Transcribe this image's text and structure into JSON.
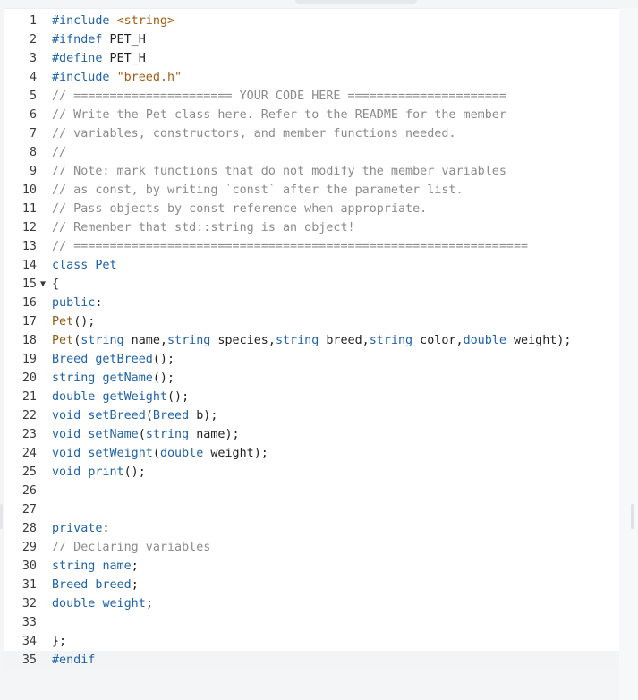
{
  "editor": {
    "lines": [
      {
        "n": "1",
        "fold": "",
        "tokens": [
          {
            "c": "pre",
            "t": "#include "
          },
          {
            "c": "str",
            "t": "<string>"
          }
        ]
      },
      {
        "n": "2",
        "fold": "",
        "tokens": [
          {
            "c": "pre",
            "t": "#ifndef "
          },
          {
            "c": "plain",
            "t": "PET_H"
          }
        ]
      },
      {
        "n": "3",
        "fold": "",
        "tokens": [
          {
            "c": "pre",
            "t": "#define "
          },
          {
            "c": "plain",
            "t": "PET_H"
          }
        ]
      },
      {
        "n": "4",
        "fold": "",
        "tokens": [
          {
            "c": "pre",
            "t": "#include "
          },
          {
            "c": "str",
            "t": "\"breed.h\""
          }
        ]
      },
      {
        "n": "5",
        "fold": "",
        "tokens": [
          {
            "c": "comment",
            "t": "// ====================== YOUR CODE HERE ======================"
          }
        ]
      },
      {
        "n": "6",
        "fold": "",
        "tokens": [
          {
            "c": "comment",
            "t": "// Write the Pet class here. Refer to the README for the member"
          }
        ]
      },
      {
        "n": "7",
        "fold": "",
        "tokens": [
          {
            "c": "comment",
            "t": "// variables, constructors, and member functions needed."
          }
        ]
      },
      {
        "n": "8",
        "fold": "",
        "tokens": [
          {
            "c": "comment",
            "t": "//"
          }
        ]
      },
      {
        "n": "9",
        "fold": "",
        "tokens": [
          {
            "c": "comment",
            "t": "// Note: mark functions that do not modify the member variables"
          }
        ]
      },
      {
        "n": "10",
        "fold": "",
        "tokens": [
          {
            "c": "comment",
            "t": "// as const, by writing `const` after the parameter list."
          }
        ]
      },
      {
        "n": "11",
        "fold": "",
        "tokens": [
          {
            "c": "comment",
            "t": "// Pass objects by const reference when appropriate."
          }
        ]
      },
      {
        "n": "12",
        "fold": "",
        "tokens": [
          {
            "c": "comment",
            "t": "// Remember that std::string is an object!"
          }
        ]
      },
      {
        "n": "13",
        "fold": "",
        "tokens": [
          {
            "c": "comment",
            "t": "// ==============================================================="
          }
        ]
      },
      {
        "n": "14",
        "fold": "",
        "tokens": [
          {
            "c": "kw",
            "t": "class "
          },
          {
            "c": "type",
            "t": "Pet"
          }
        ]
      },
      {
        "n": "15",
        "fold": "▼",
        "tokens": [
          {
            "c": "plain",
            "t": "{"
          }
        ]
      },
      {
        "n": "16",
        "fold": "",
        "tokens": [
          {
            "c": "kw",
            "t": "public"
          },
          {
            "c": "plain",
            "t": ":"
          }
        ]
      },
      {
        "n": "17",
        "fold": "",
        "tokens": [
          {
            "c": "fn",
            "t": "Pet"
          },
          {
            "c": "plain",
            "t": "();"
          }
        ]
      },
      {
        "n": "18",
        "fold": "",
        "tokens": [
          {
            "c": "fn",
            "t": "Pet"
          },
          {
            "c": "plain",
            "t": "("
          },
          {
            "c": "type",
            "t": "string"
          },
          {
            "c": "plain",
            "t": " name,"
          },
          {
            "c": "type",
            "t": "string"
          },
          {
            "c": "plain",
            "t": " species,"
          },
          {
            "c": "type",
            "t": "string"
          },
          {
            "c": "plain",
            "t": " breed,"
          },
          {
            "c": "type",
            "t": "string"
          },
          {
            "c": "plain",
            "t": " color,"
          },
          {
            "c": "type",
            "t": "double"
          },
          {
            "c": "plain",
            "t": " weight);"
          }
        ]
      },
      {
        "n": "19",
        "fold": "",
        "tokens": [
          {
            "c": "type",
            "t": "Breed "
          },
          {
            "c": "kw",
            "t": "getBreed"
          },
          {
            "c": "plain",
            "t": "();"
          }
        ]
      },
      {
        "n": "20",
        "fold": "",
        "tokens": [
          {
            "c": "type",
            "t": "string "
          },
          {
            "c": "kw",
            "t": "getName"
          },
          {
            "c": "plain",
            "t": "();"
          }
        ]
      },
      {
        "n": "21",
        "fold": "",
        "tokens": [
          {
            "c": "type",
            "t": "double "
          },
          {
            "c": "kw",
            "t": "getWeight"
          },
          {
            "c": "plain",
            "t": "();"
          }
        ]
      },
      {
        "n": "22",
        "fold": "",
        "tokens": [
          {
            "c": "type",
            "t": "void "
          },
          {
            "c": "kw",
            "t": "setBreed"
          },
          {
            "c": "plain",
            "t": "("
          },
          {
            "c": "type",
            "t": "Breed"
          },
          {
            "c": "plain",
            "t": " b);"
          }
        ]
      },
      {
        "n": "23",
        "fold": "",
        "tokens": [
          {
            "c": "type",
            "t": "void "
          },
          {
            "c": "kw",
            "t": "setName"
          },
          {
            "c": "plain",
            "t": "("
          },
          {
            "c": "type",
            "t": "string"
          },
          {
            "c": "plain",
            "t": " name);"
          }
        ]
      },
      {
        "n": "24",
        "fold": "",
        "tokens": [
          {
            "c": "type",
            "t": "void "
          },
          {
            "c": "kw",
            "t": "setWeight"
          },
          {
            "c": "plain",
            "t": "("
          },
          {
            "c": "type",
            "t": "double"
          },
          {
            "c": "plain",
            "t": " weight);"
          }
        ]
      },
      {
        "n": "25",
        "fold": "",
        "tokens": [
          {
            "c": "type",
            "t": "void "
          },
          {
            "c": "kw",
            "t": "print"
          },
          {
            "c": "plain",
            "t": "();"
          }
        ]
      },
      {
        "n": "26",
        "fold": "",
        "tokens": []
      },
      {
        "n": "27",
        "fold": "",
        "tokens": []
      },
      {
        "n": "28",
        "fold": "",
        "tokens": [
          {
            "c": "kw",
            "t": "private"
          },
          {
            "c": "plain",
            "t": ":"
          }
        ]
      },
      {
        "n": "29",
        "fold": "",
        "tokens": [
          {
            "c": "comment",
            "t": "// Declaring variables"
          }
        ]
      },
      {
        "n": "30",
        "fold": "",
        "tokens": [
          {
            "c": "type",
            "t": "string "
          },
          {
            "c": "kw",
            "t": "name"
          },
          {
            "c": "plain",
            "t": ";"
          }
        ]
      },
      {
        "n": "31",
        "fold": "",
        "tokens": [
          {
            "c": "type",
            "t": "Breed "
          },
          {
            "c": "kw",
            "t": "breed"
          },
          {
            "c": "plain",
            "t": ";"
          }
        ]
      },
      {
        "n": "32",
        "fold": "",
        "tokens": [
          {
            "c": "type",
            "t": "double "
          },
          {
            "c": "kw",
            "t": "weight"
          },
          {
            "c": "plain",
            "t": ";"
          }
        ]
      },
      {
        "n": "33",
        "fold": "",
        "tokens": []
      },
      {
        "n": "34",
        "fold": "",
        "tokens": [
          {
            "c": "plain",
            "t": "};"
          }
        ]
      },
      {
        "n": "35",
        "fold": "",
        "tokens": [
          {
            "c": "pre",
            "t": "#endif"
          }
        ],
        "active": true
      }
    ]
  },
  "colors": {
    "comment": "#8b8b8b",
    "preprocessor": "#1f63a8",
    "string": "#a15c14",
    "keyword": "#1f63a8",
    "function": "#8c5a16"
  }
}
